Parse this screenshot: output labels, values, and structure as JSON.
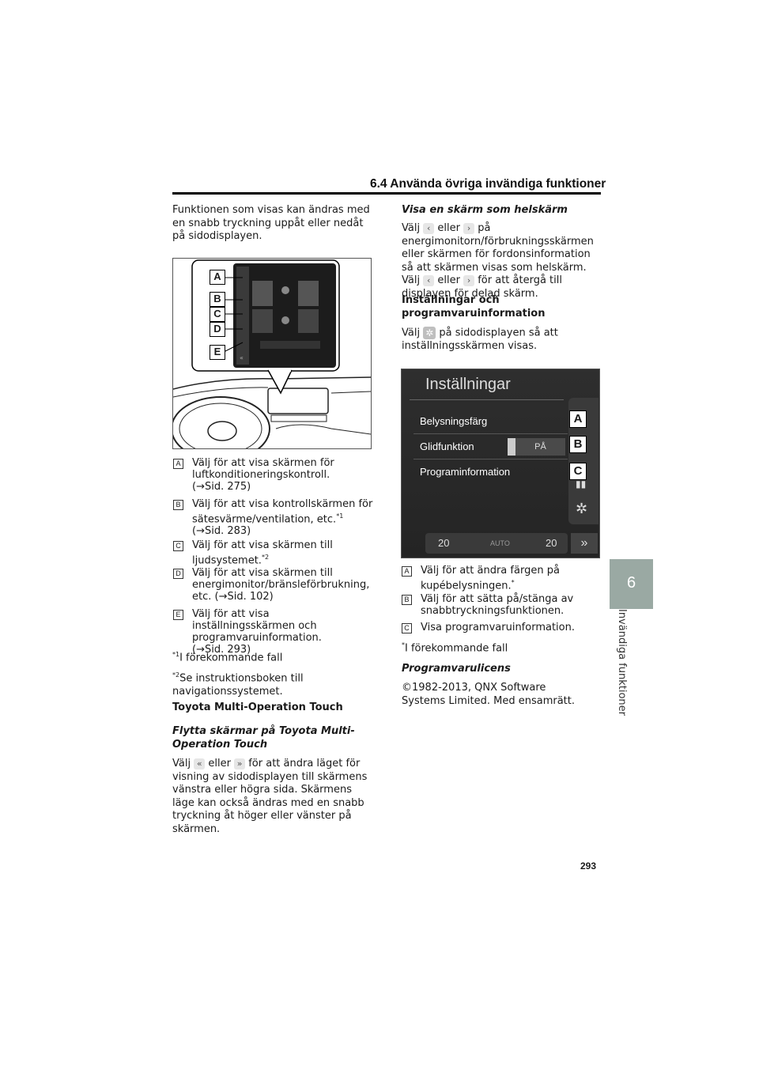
{
  "header": {
    "section": "6.4  Använda övriga invändiga funktioner"
  },
  "side_tab": {
    "number": "6",
    "label": "Invändiga funktioner"
  },
  "page_number": "293",
  "left": {
    "intro": "Funktionen som visas kan ändras med en snabb tryckning uppåt eller nedåt på sidodisplayen.",
    "figure1": {
      "callouts": [
        "A",
        "B",
        "C",
        "D",
        "E"
      ]
    },
    "items": [
      {
        "label": "A",
        "text": "Välj för att visa skärmen för luftkonditioneringskontroll.",
        "ref": "(→Sid. 275)",
        "sup": ""
      },
      {
        "label": "B",
        "text": "Välj för att visa kontrollskärmen för sätesvärme/ventilation, etc.",
        "sup": "*1",
        "ref": "(→Sid. 283)"
      },
      {
        "label": "C",
        "text": "Välj för att visa skärmen till ljudsystemet.",
        "sup": "*2",
        "ref": ""
      },
      {
        "label": "D",
        "text": "Välj för att visa skärmen till energimonitor/bränsleförbrukning, etc. (→Sid. 102)",
        "sup": "",
        "ref": ""
      },
      {
        "label": "E",
        "text": "Välj för att visa inställningsskärmen och programvaruinformation.",
        "ref": "(→Sid. 293)",
        "sup": ""
      }
    ],
    "footnote1_mark": "*1",
    "footnote1": "I förekommande fall",
    "footnote2_mark": "*2",
    "footnote2": "Se instruktionsboken till navigationssystemet.",
    "heading1": "Toyota Multi-Operation Touch",
    "subheading1": "Flytta skärmar på Toyota Multi-Operation Touch",
    "para1_a": "Välj",
    "para1_b": "eller",
    "para1_c": "för att ändra läget för visning av sidodisplayen till skärmens vänstra eller högra sida. Skärmens läge kan också ändras med en snabb tryckning åt höger eller vänster på skärmen."
  },
  "right": {
    "subheading1": "Visa en skärm som helskärm",
    "para1_a": "Välj",
    "para1_b": "eller",
    "para1_c": "på energimonitorn/förbrukningsskärmen eller skärmen för fordonsinformation så att skärmen visas som helskärm. Välj",
    "para1_d": "eller",
    "para1_e": "för att återgå till displayen för delad skärm.",
    "heading2": "Inställningar och programvaruinformation",
    "para2_a": "Välj",
    "para2_b": "på sidodisplayen så att inställningsskärmen visas.",
    "screen": {
      "title": "Inställningar",
      "rows": [
        "Belysningsfärg",
        "Glidfunktion",
        "Programinformation"
      ],
      "toggle_value": "PÅ",
      "callouts": [
        "A",
        "B",
        "C"
      ],
      "temp_left": "20",
      "temp_right": "20",
      "auto": "AUTO"
    },
    "items": [
      {
        "label": "A",
        "text": "Välj för att ändra färgen på kupébelysningen.",
        "sup": "*"
      },
      {
        "label": "B",
        "text": "Välj för att sätta på/stänga av snabbtryckningsfunktionen.",
        "sup": ""
      },
      {
        "label": "C",
        "text": "Visa programvaruinformation.",
        "sup": ""
      }
    ],
    "footnote_mark": "*",
    "footnote": "I förekommande fall",
    "heading3": "Programvarulicens",
    "license": "©1982-2013, QNX Software Systems Limited. Med ensamrätt."
  },
  "icons": {
    "left_arrows": "double-chevron-left-icon",
    "right_arrows": "double-chevron-right-icon",
    "gear": "gear-icon"
  }
}
